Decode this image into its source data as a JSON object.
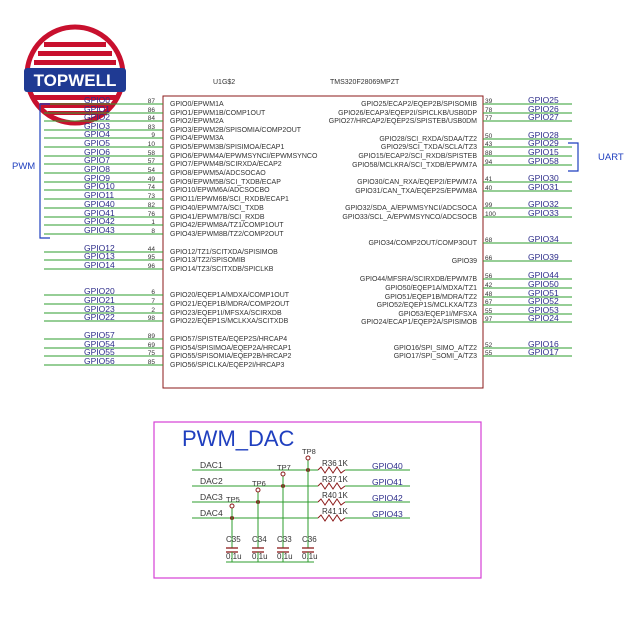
{
  "logo": {
    "text": "TOPWELL",
    "colors": {
      "ring": "#c8102e",
      "stripes": "#c8102e",
      "banner": "#1f3a93"
    }
  },
  "chip": {
    "ref": "U1G$2",
    "part": "TMS320F28069MPZT",
    "left_pins": [
      {
        "net": "GPIO0",
        "num": "87",
        "func": "GPIO0/EPWM1A"
      },
      {
        "net": "GPIO1",
        "num": "86",
        "func": "GPIO1/EPWM1B/COMP1OUT"
      },
      {
        "net": "GPIO2",
        "num": "84",
        "func": "GPIO2/EPWM2A"
      },
      {
        "net": "GPIO3",
        "num": "83",
        "func": "GPIO3/EPWM2B/SPISOMIA/COMP2OUT"
      },
      {
        "net": "GPIO4",
        "num": "9",
        "func": "GPIO4/EPWM3A"
      },
      {
        "net": "GPIO5",
        "num": "10",
        "func": "GPIO5/EPWM3B/SPISIMOA/ECAP1"
      },
      {
        "net": "GPIO6",
        "num": "58",
        "func": "GPIO6/EPWM4A/EPWMSYNCI/EPWMSYNCO"
      },
      {
        "net": "GPIO7",
        "num": "57",
        "func": "GPIO7/EPWM4B/SCIRXDA/ECAP2"
      },
      {
        "net": "GPIO8",
        "num": "54",
        "func": "GPIO8/EPWM5A/ADCSOCAO"
      },
      {
        "net": "GPIO9",
        "num": "49",
        "func": "GPIO9/EPWM5B/SCI_TXDB/ECAP"
      },
      {
        "net": "GPIO10",
        "num": "74",
        "func": "GPIO10/EPWM6A/ADCSOCBO"
      },
      {
        "net": "GPIO11",
        "num": "73",
        "func": "GPIO11/EPWM6B/SCI_RXDB/ECAP1"
      },
      {
        "net": "GPIO40",
        "num": "82",
        "func": "GPIO40/EPWM7A/SCI_TXDB"
      },
      {
        "net": "GPIO41",
        "num": "76",
        "func": "GPIO41/EPWM7B/SCI_RXDB"
      },
      {
        "net": "GPIO42",
        "num": "1",
        "func": "GPIO42/EPWM8A/TZ1/COMP1OUT"
      },
      {
        "net": "GPIO43",
        "num": "8",
        "func": "GPIO43/EPWM8B/TZ2/COMP2OUT"
      },
      {
        "net": "GPIO12",
        "num": "44",
        "func": "GPIO12/TZ1/SCITXDA/SPISIMOB"
      },
      {
        "net": "GPIO13",
        "num": "95",
        "func": "GPIO13/TZ2/SPISOMIB"
      },
      {
        "net": "GPIO14",
        "num": "96",
        "func": "GPIO14/TZ3/SCITXDB/SPICLKB"
      },
      {
        "net": "GPIO20",
        "num": "6",
        "func": "GPIO20/EQEP1A/MDXA/COMP1OUT"
      },
      {
        "net": "GPIO21",
        "num": "7",
        "func": "GPIO21/EQEP1B/MDRA/COMP2OUT"
      },
      {
        "net": "GPIO23",
        "num": "2",
        "func": "GPIO23/EQEP1I/MFSXA/SCIRXDB"
      },
      {
        "net": "GPIO22",
        "num": "98",
        "func": "GPIO22/EQEP1S/MCLKXA/SCITXDB"
      },
      {
        "net": "GPIO57",
        "num": "89",
        "func": "GPIO57/SPISTEA/EQEP2S/HRCAP4"
      },
      {
        "net": "GPIO54",
        "num": "69",
        "func": "GPIO54/SPISIMOA/EQEP2A/HRCAP1"
      },
      {
        "net": "GPIO55",
        "num": "75",
        "func": "GPIO55/SPISOMIA/EQEP2B/HRCAP2"
      },
      {
        "net": "GPIO56",
        "num": "85",
        "func": "GPIO56/SPICLKA/EQEP2I/HRCAP3"
      }
    ],
    "right_pins": [
      {
        "net": "GPIO25",
        "num": "39",
        "func": "GPIO25/ECAP2/EQEP2B/SPISOMIB"
      },
      {
        "net": "GPIO26",
        "num": "78",
        "func": "GPIO26/ECAP3/EQEP2I/SPICLKB/USB0DP"
      },
      {
        "net": "GPIO27",
        "num": "77",
        "func": "GPIO27/HRCAP2/EQEP2S/SPISTEB/USB0DM"
      },
      {
        "net": "GPIO28",
        "num": "50",
        "func": "GPIO28/SCI_RXDA/SDAA/TZ2"
      },
      {
        "net": "GPIO29",
        "num": "43",
        "func": "GPIO29/SCI_TXDA/SCLA/TZ3"
      },
      {
        "net": "GPIO15",
        "num": "88",
        "func": "GPIO15/ECAP2/SCI_RXDB/SPISTEB"
      },
      {
        "net": "GPIO58",
        "num": "94",
        "func": "GPIO58/MCLKRA/SCI_TXDB/EPWM7A"
      },
      {
        "net": "GPIO30",
        "num": "41",
        "func": "GPIO30/CAN_RXA/EQEP2I/EPWM7A"
      },
      {
        "net": "GPIO31",
        "num": "40",
        "func": "GPIO31/CAN_TXA/EQEP2S/EPWM8A"
      },
      {
        "net": "GPIO32",
        "num": "99",
        "func": "GPIO32/SDA_A/EPWMSYNCI/ADCSOCA"
      },
      {
        "net": "GPIO33",
        "num": "100",
        "func": "GPIO33/SCL_A/EPWMSYNCO/ADCSOCB"
      },
      {
        "net": "GPIO34",
        "num": "68",
        "func": "GPIO34/COMP2OUT/COMP3OUT"
      },
      {
        "net": "GPIO39",
        "num": "66",
        "func": "GPIO39"
      },
      {
        "net": "GPIO44",
        "num": "56",
        "func": "GPIO44/MFSRA/SCIRXDB/EPWM7B"
      },
      {
        "net": "GPIO50",
        "num": "42",
        "func": "GPIO50/EQEP1A/MDXA/TZ1"
      },
      {
        "net": "GPIO51",
        "num": "48",
        "func": "GPIO51/EQEP1B/MDRA/TZ2"
      },
      {
        "net": "GPIO52",
        "num": "67",
        "func": "GPIO52/EQEP1S/MCLKXA/TZ3"
      },
      {
        "net": "GPIO53",
        "num": "55",
        "func": "GPIO53/EQEP1I/MFSXA"
      },
      {
        "net": "GPIO24",
        "num": "97",
        "func": "GPIO24/ECAP1/EQEP2A/SPISIMOB"
      },
      {
        "net": "GPIO16",
        "num": "52",
        "func": "GPIO16/SPI_SIMO_A/TZ2"
      },
      {
        "net": "GPIO17",
        "num": "55",
        "func": "GPIO17/SPI_SOMI_A/TZ3"
      }
    ],
    "group_labels": {
      "pwm": "PWM",
      "uart": "UART"
    }
  },
  "pwm_dac": {
    "title": "PWM_DAC",
    "channels": [
      {
        "dac": "DAC1",
        "res": "R36",
        "val": "1K",
        "gpio": "GPIO40",
        "tp": "TP8",
        "cap": "C36",
        "cap_val": "0.1u"
      },
      {
        "dac": "DAC2",
        "res": "R37",
        "val": "1K",
        "gpio": "GPIO41",
        "tp": "TP7",
        "cap": "C33",
        "cap_val": "0.1u"
      },
      {
        "dac": "DAC3",
        "res": "R40",
        "val": "1K",
        "gpio": "GPIO42",
        "tp": "TP6",
        "cap": "C34",
        "cap_val": "0.1u"
      },
      {
        "dac": "DAC4",
        "res": "R41",
        "val": "1K",
        "gpio": "GPIO43",
        "tp": "TP5",
        "cap": "C35",
        "cap_val": "0.1u"
      }
    ]
  },
  "colors": {
    "wire": "#2e9e2e",
    "body": "#8b1a1a",
    "bracket": "#1f3fbf",
    "frame": "#d63fd6",
    "title": "#1f3fbf",
    "ink": "#333333",
    "net": "#2d2d8a"
  }
}
